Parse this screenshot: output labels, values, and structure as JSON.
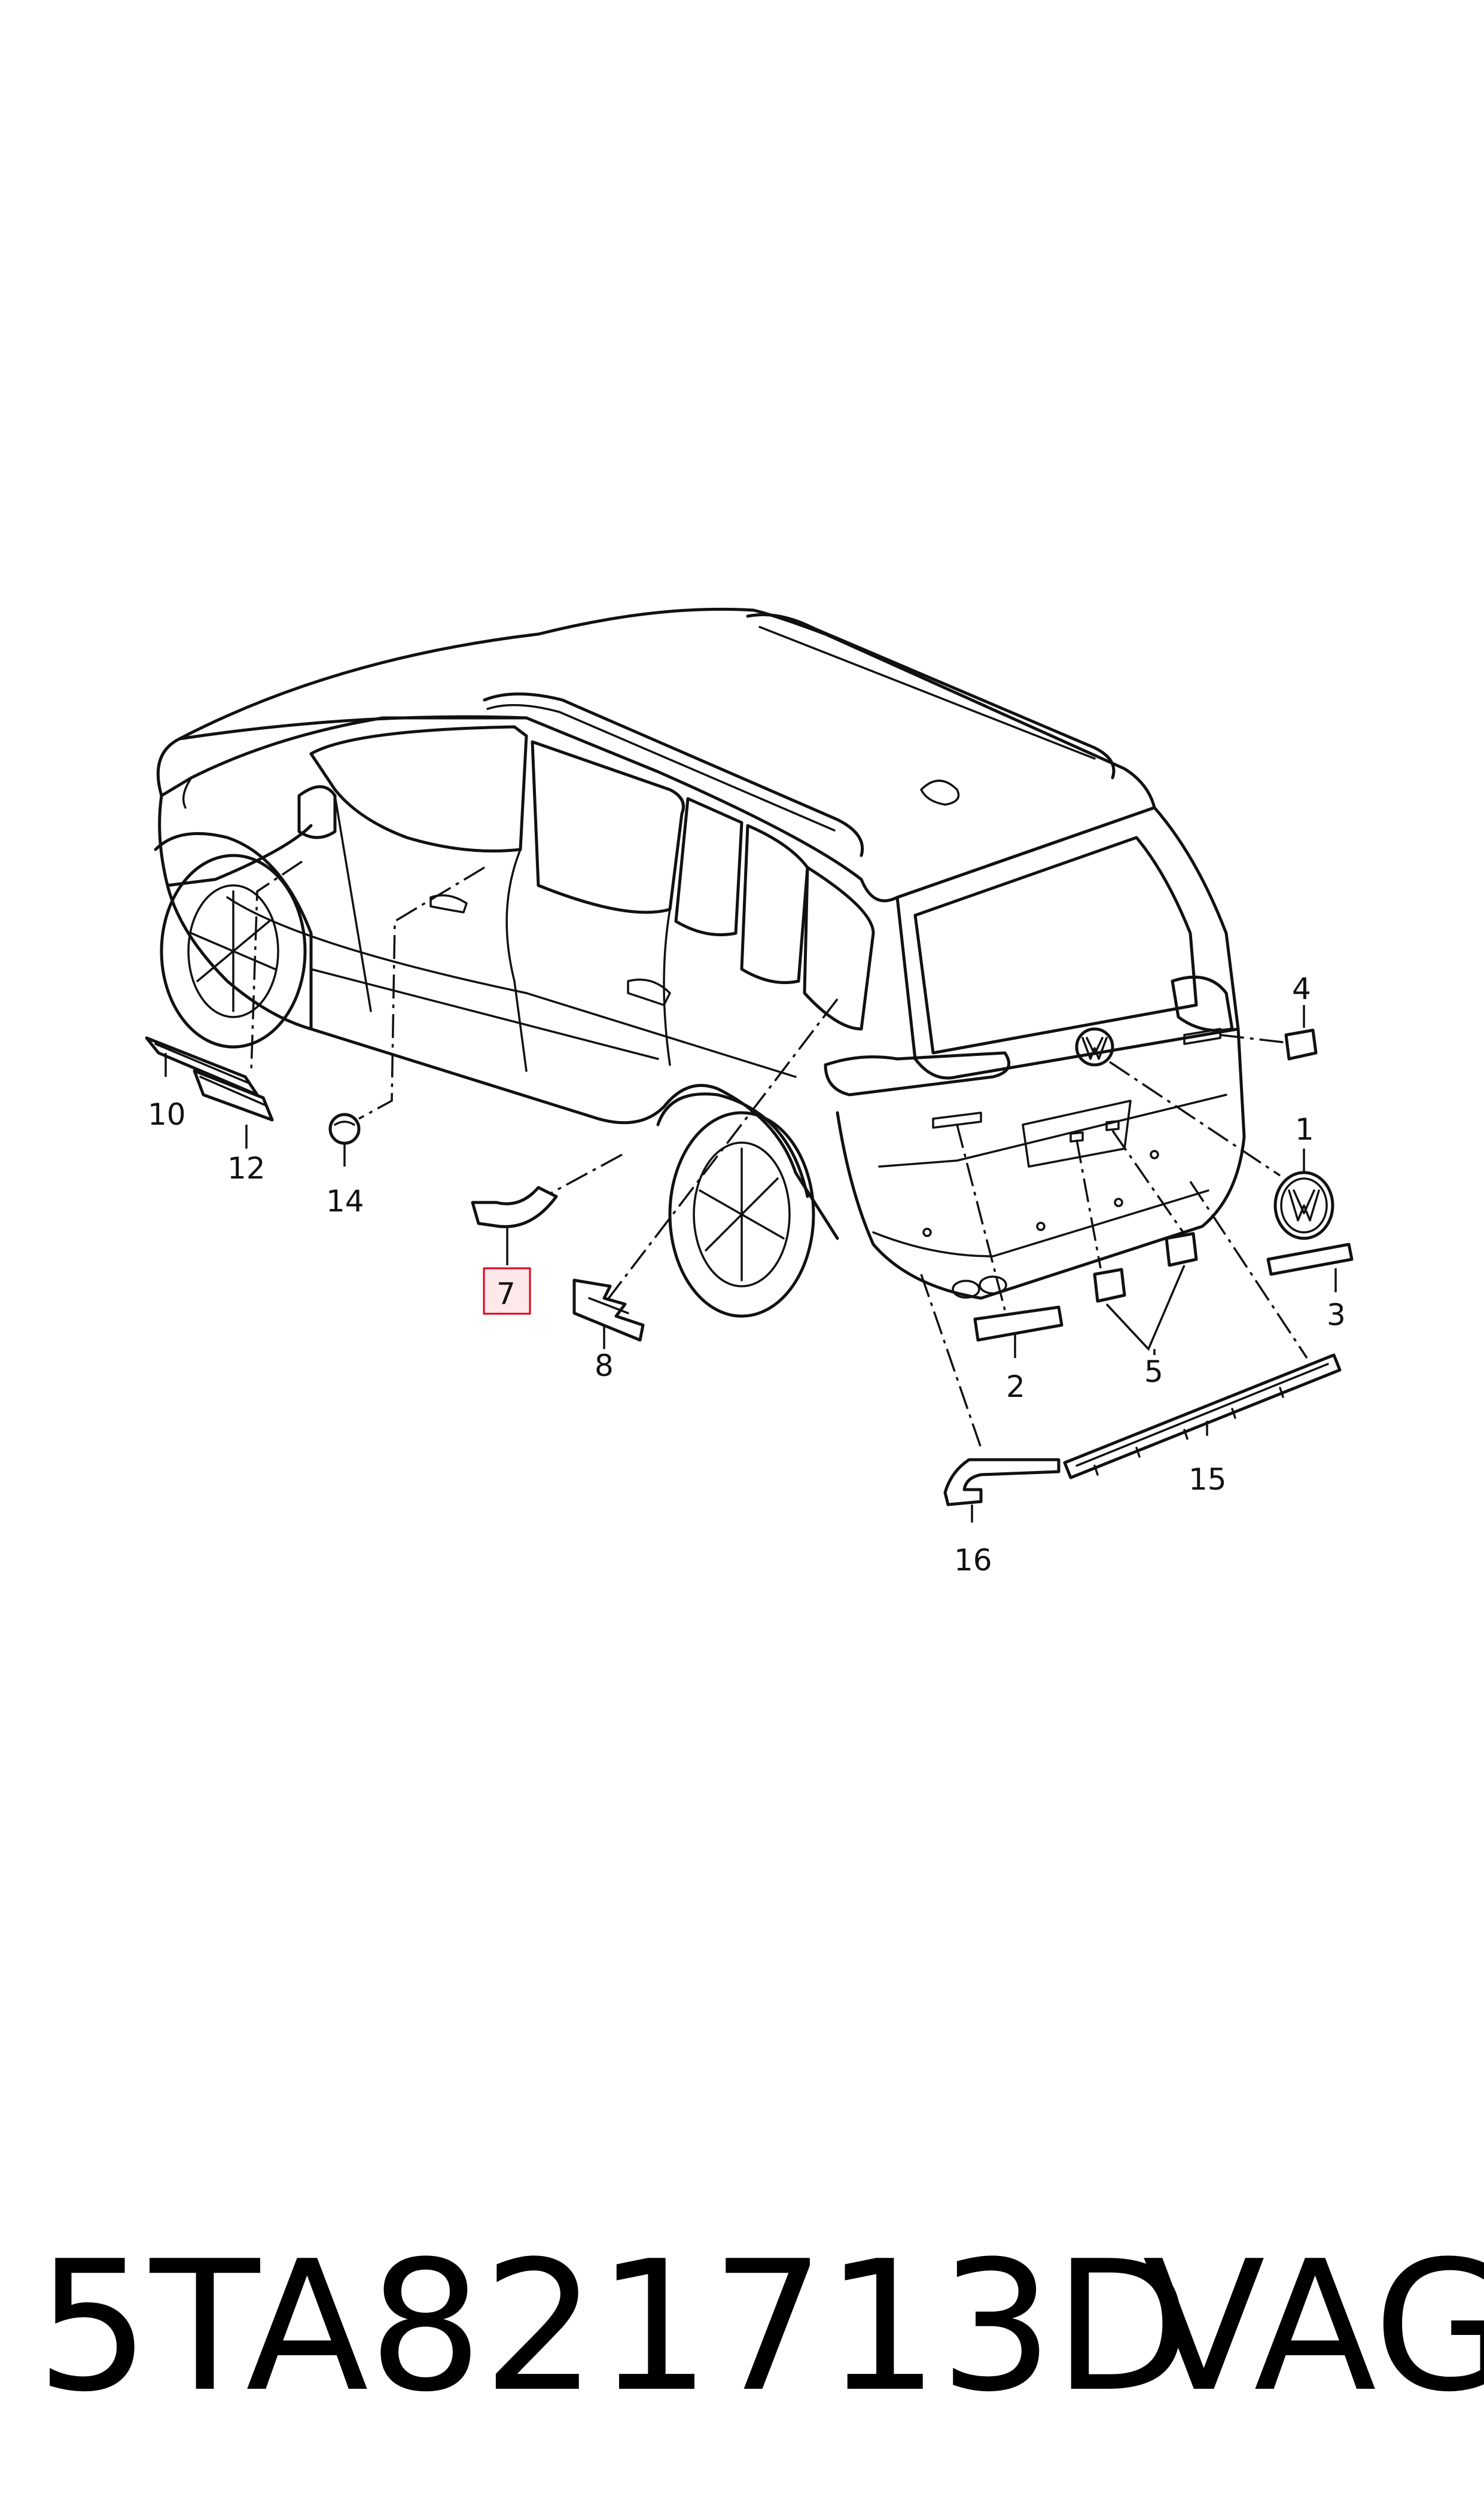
{
  "callouts": {
    "c1": "1",
    "c2": "2",
    "c3": "3",
    "c4": "4",
    "c5": "5",
    "c7": "7",
    "c8": "8",
    "c10": "10",
    "c12": "12",
    "c14": "14",
    "c15": "15",
    "c16": "16"
  },
  "highlight_color": "#e0001b",
  "caption": {
    "part_number": "5TA821713D",
    "brand": "VAG"
  }
}
